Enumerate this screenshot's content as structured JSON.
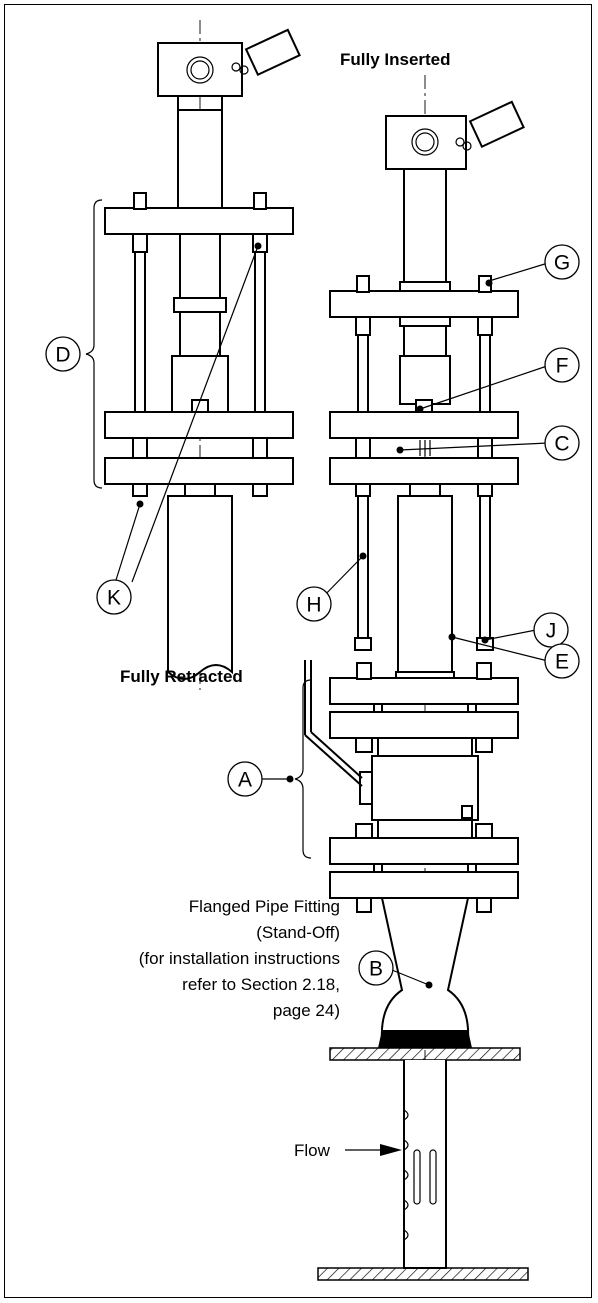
{
  "labels": {
    "fully_inserted": "Fully Inserted",
    "fully_retracted": "Fully Retracted",
    "flow": "Flow",
    "fitting_line1": "Flanged Pipe Fitting",
    "fitting_line2": "(Stand-Off)",
    "fitting_line3": "(for installation instructions",
    "fitting_line4": "refer to Section 2.18,",
    "fitting_line5": "page 24)"
  },
  "callouts": {
    "a": "A",
    "b": "B",
    "c": "C",
    "d": "D",
    "e": "E",
    "f": "F",
    "g": "G",
    "h": "H",
    "j": "J",
    "k": "K"
  }
}
